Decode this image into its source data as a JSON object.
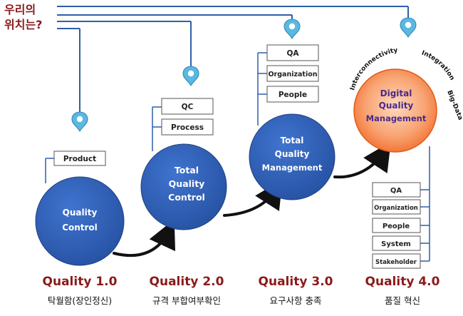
{
  "heading": {
    "line1": "우리의",
    "line2": "위치는?"
  },
  "stages": [
    {
      "circle_lines": [
        "Quality",
        "Control"
      ],
      "title": "Quality 1.0",
      "subtitle": "탁월함(장인정신)",
      "boxes": [
        "Product"
      ]
    },
    {
      "circle_lines": [
        "Total",
        "Quality",
        "Control"
      ],
      "title": "Quality 2.0",
      "subtitle": "규격 부합여부확인",
      "boxes": [
        "QC",
        "Process"
      ]
    },
    {
      "circle_lines": [
        "Total",
        "Quality",
        "Management"
      ],
      "title": "Quality 3.0",
      "subtitle": "요구사항 충족",
      "boxes": [
        "QA",
        "Organization",
        "People"
      ]
    },
    {
      "circle_lines": [
        "Digital",
        "Quality",
        "Management"
      ],
      "title": "Quality 4.0",
      "subtitle": "품질 혁신",
      "boxes": [
        "QA",
        "Organization",
        "People",
        "System",
        "Stakeholder"
      ]
    }
  ],
  "arc_labels": [
    "Interconnectivity",
    "Integration",
    "Big-Data"
  ],
  "colors": {
    "blue_circle": "#2f5fb5",
    "orange_circle": "#f47a3a",
    "title_red": "#8b1a1a",
    "line_blue": "#2d5fa8",
    "pin": "#5bb8e0"
  }
}
